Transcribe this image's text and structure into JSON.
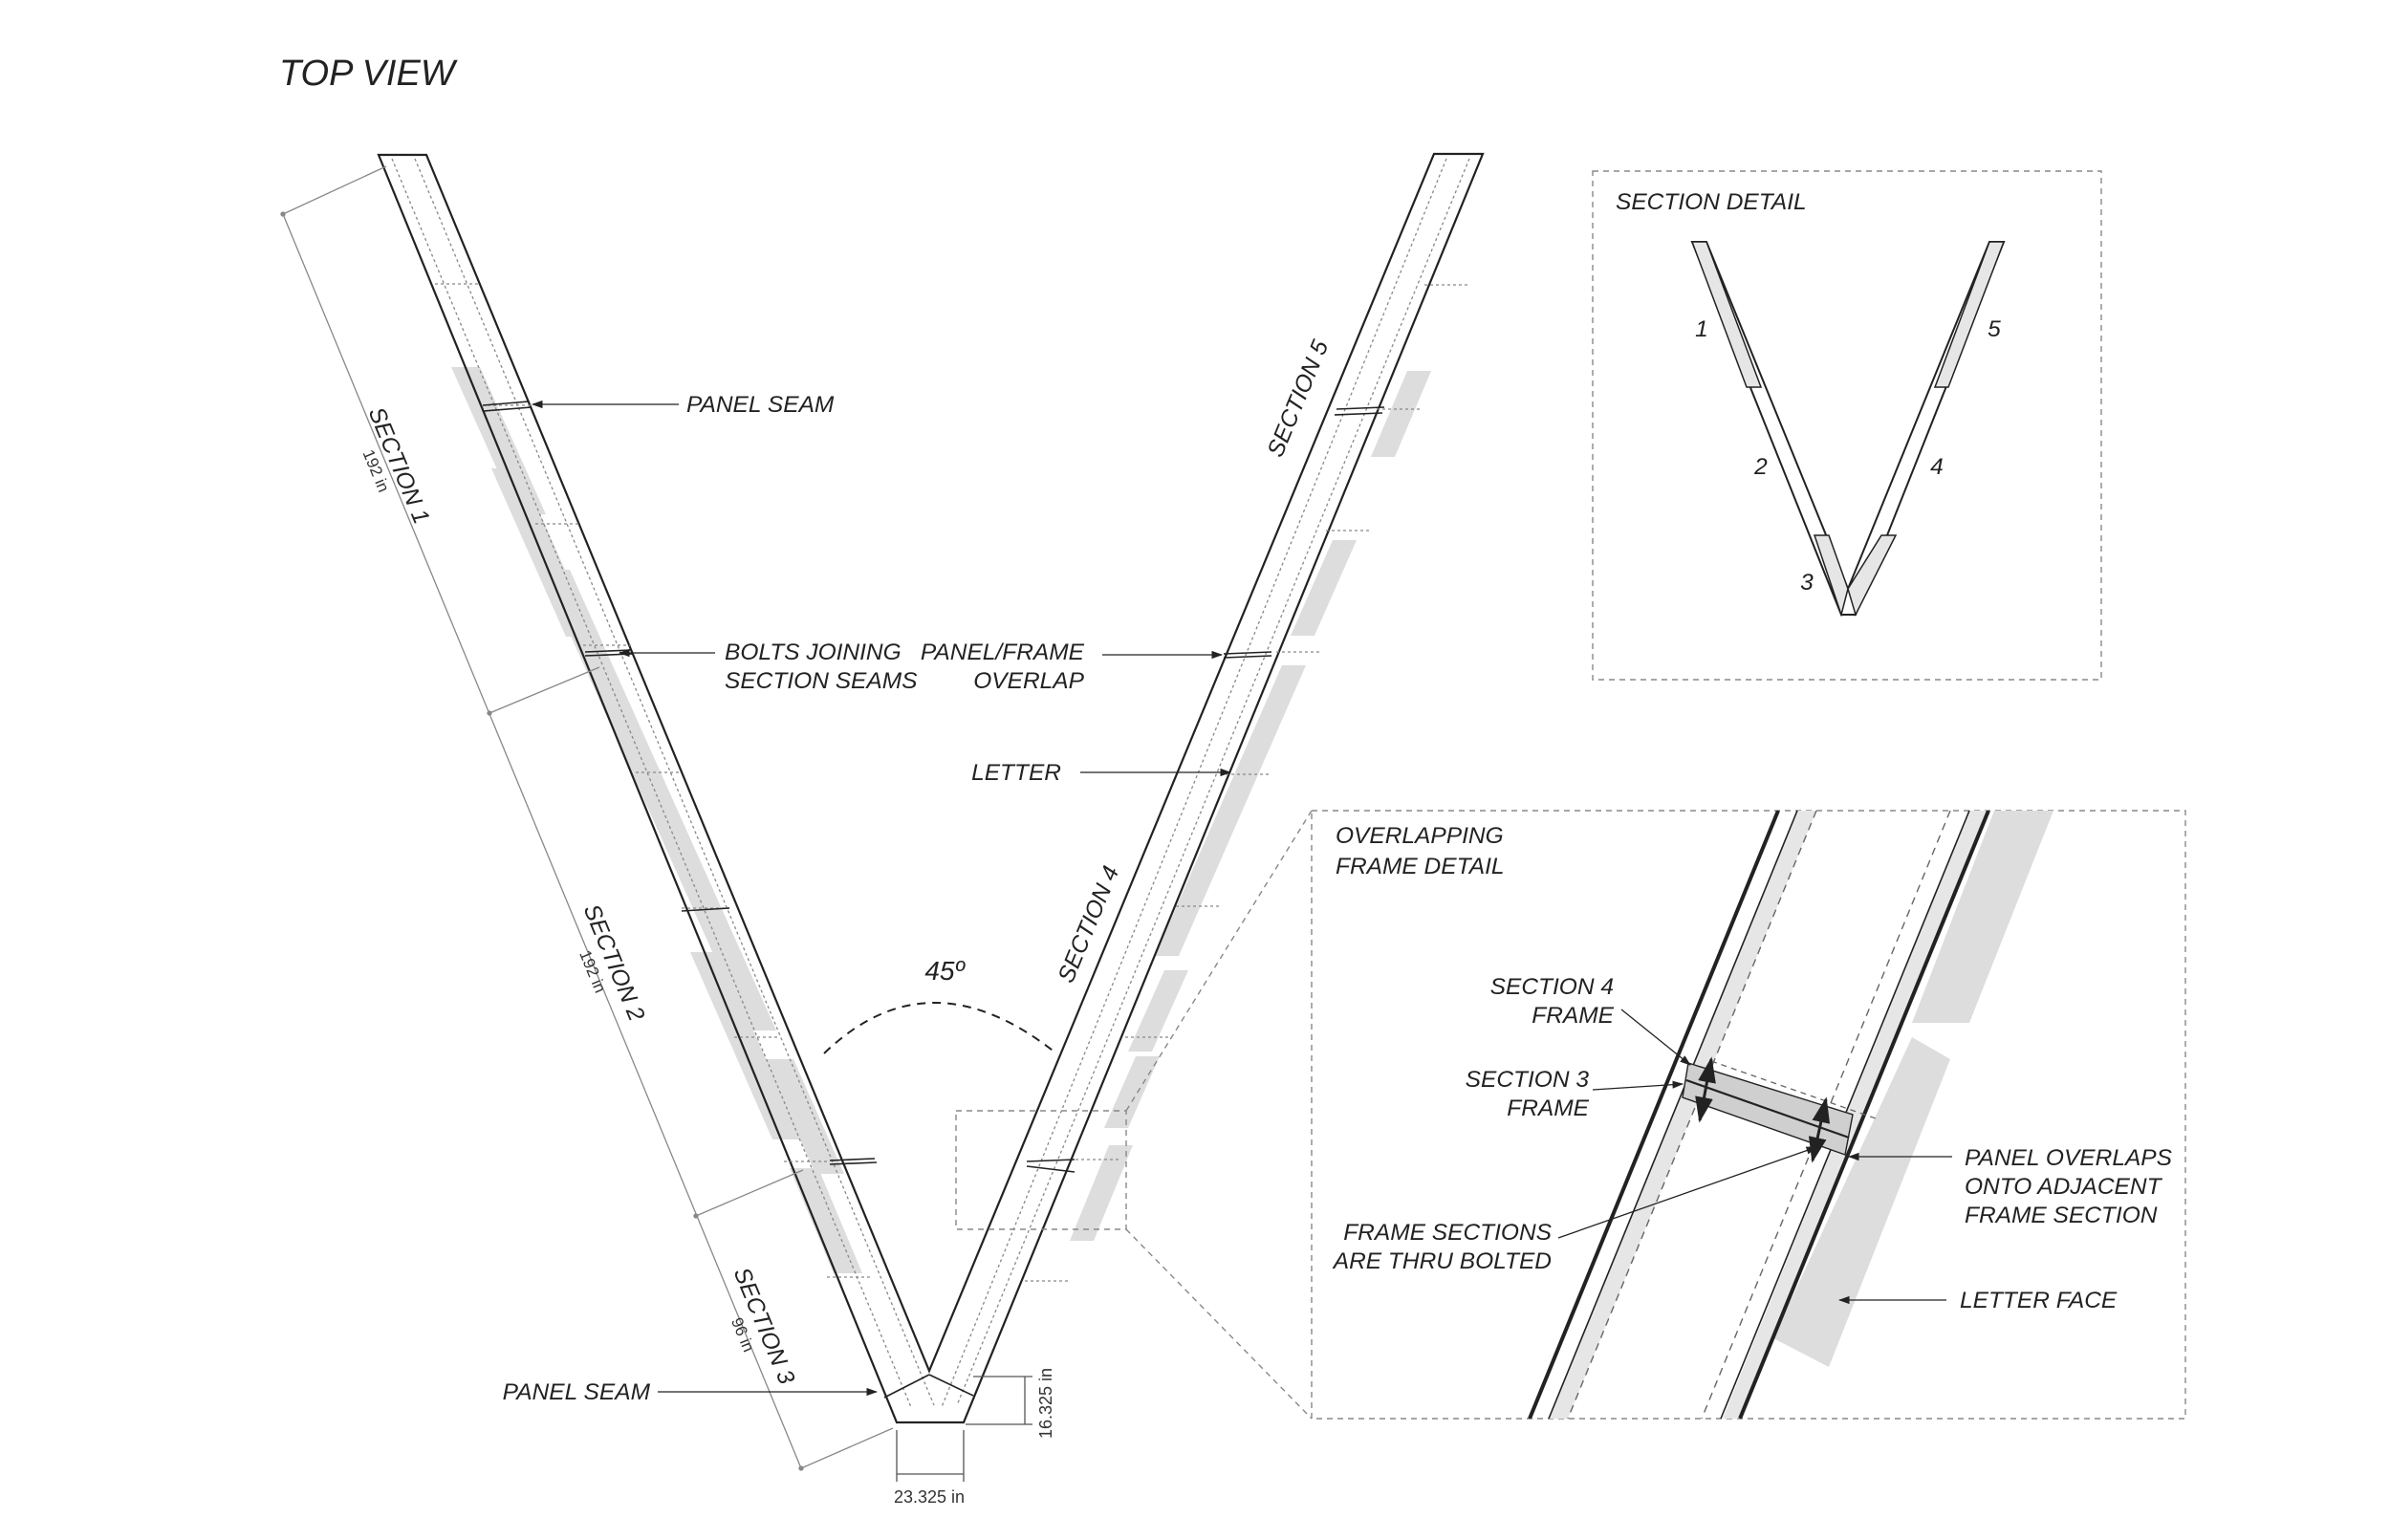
{
  "title": "TOP VIEW",
  "colors": {
    "ink": "#222222",
    "letter_face": "#dddddd",
    "dash": "#777777",
    "frame_fill": "#e6e6e6"
  },
  "main": {
    "sections": [
      {
        "label": "SECTION 1",
        "dim": "192 in"
      },
      {
        "label": "SECTION 2",
        "dim": "192 in"
      },
      {
        "label": "SECTION 3",
        "dim": "96 in"
      },
      {
        "label": "SECTION 4"
      },
      {
        "label": "SECTION 5"
      }
    ],
    "angle": "45º",
    "dim_width": "23.325 in",
    "dim_depth": "16.325 in",
    "callouts": {
      "panel_seam_top": "PANEL SEAM",
      "bolts_1": "BOLTS JOINING",
      "bolts_2": "SECTION SEAMS",
      "overlap_1": "PANEL/FRAME",
      "overlap_2": "OVERLAP",
      "letter": "LETTER",
      "panel_seam_bottom": "PANEL SEAM"
    }
  },
  "section_detail": {
    "title": "SECTION DETAIL",
    "numbers": [
      "1",
      "2",
      "3",
      "4",
      "5"
    ]
  },
  "frame_detail": {
    "title_1": "OVERLAPPING",
    "title_2": "FRAME DETAIL",
    "sec4_1": "SECTION 4",
    "sec4_2": "FRAME",
    "sec3_1": "SECTION 3",
    "sec3_2": "FRAME",
    "bolted_1": "FRAME SECTIONS",
    "bolted_2": "ARE THRU BOLTED",
    "overlap_1": "PANEL OVERLAPS",
    "overlap_2": "ONTO ADJACENT",
    "overlap_3": "FRAME SECTION",
    "letter_face": "LETTER FACE"
  }
}
